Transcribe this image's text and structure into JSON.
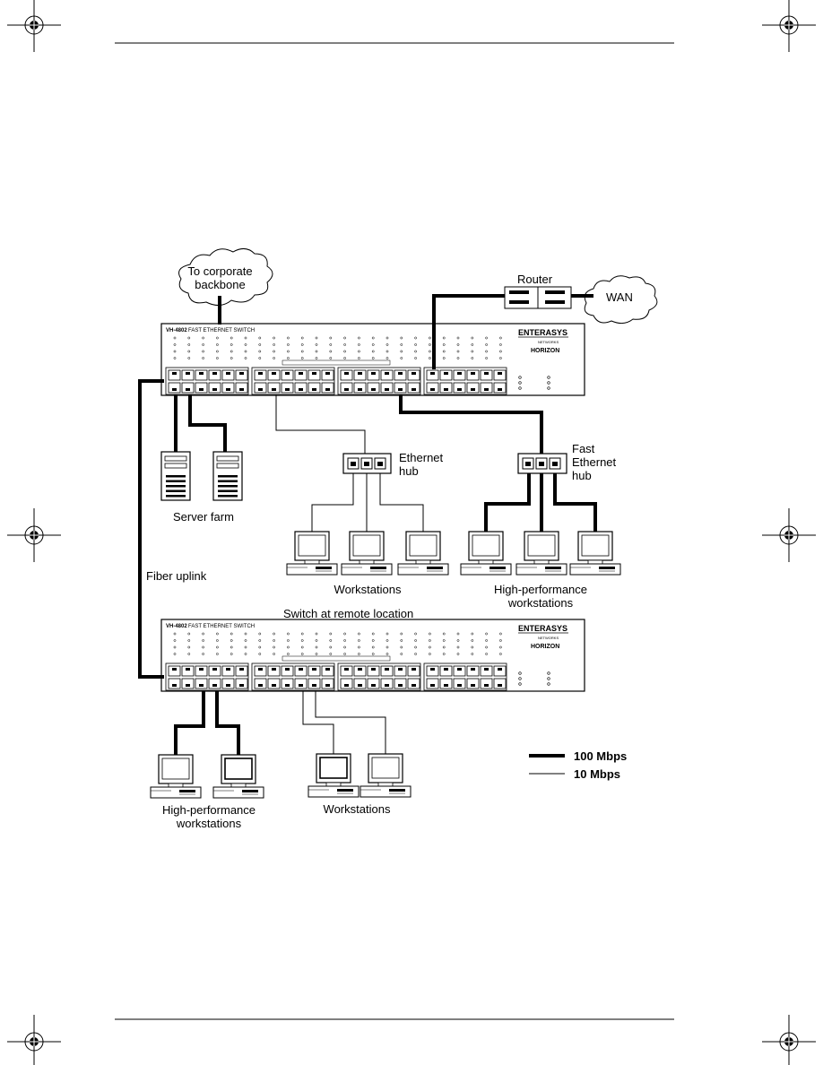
{
  "labels": {
    "backbone_line1": "To corporate",
    "backbone_line2": "backbone",
    "router": "Router",
    "wan": "WAN",
    "ethernet_hub_line1": "Ethernet",
    "ethernet_hub_line2": "hub",
    "fast_hub_line1": "Fast",
    "fast_hub_line2": "Ethernet",
    "fast_hub_line3": "hub",
    "server_farm": "Server farm",
    "fiber_uplink": "Fiber uplink",
    "workstations_top": "Workstations",
    "hp_top_line1": "High-performance",
    "hp_top_line2": "workstations",
    "remote_switch": "Switch at remote location",
    "hp_bottom_line1": "High-performance",
    "hp_bottom_line2": "workstations",
    "workstations_bottom": "Workstations"
  },
  "switch": {
    "model": "VH-4802",
    "name": "FAST ETHERNET SWITCH",
    "brand": "ENTERASYS",
    "brand_sub": "NETWORKS",
    "product": "HORIZON"
  },
  "legend": {
    "thick": "100 Mbps",
    "thin": "10 Mbps"
  }
}
